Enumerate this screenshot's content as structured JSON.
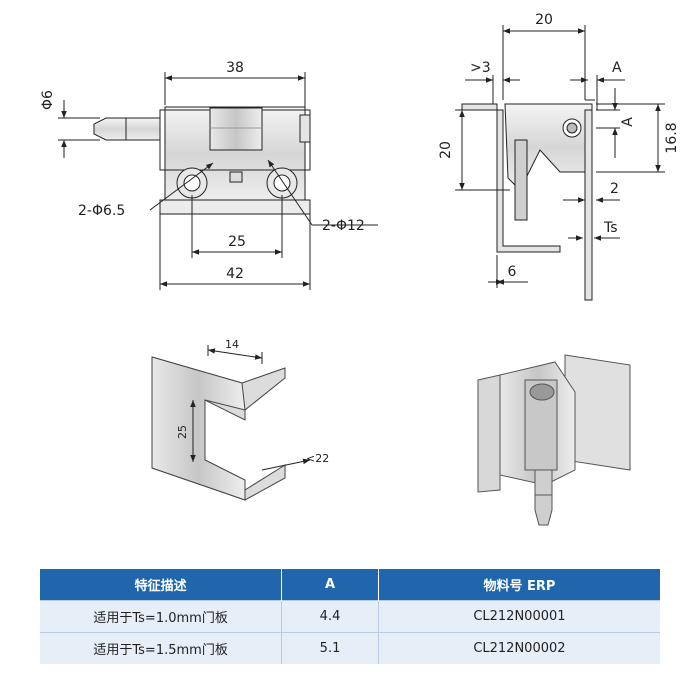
{
  "front_view": {
    "width_top": "38",
    "pin_diameter": "Φ6",
    "hole_small": "2-Φ6.5",
    "hole_large": "2-Φ12",
    "hole_spacing": "25",
    "width_bottom": "42"
  },
  "side_view": {
    "width_top": "20",
    "gap": ">3",
    "offset_a_top": "A",
    "offset_a_side": "A",
    "height_left": "20",
    "height_right": "16.8",
    "thickness_right": "2",
    "panel_thickness": "Ts",
    "bottom_offset": "6"
  },
  "cutout_view": {
    "width": "14",
    "height": "25",
    "depth": "<22"
  },
  "table": {
    "headers": [
      "特征描述",
      "A",
      "物料号 ERP"
    ],
    "rows": [
      [
        "适用于Ts=1.0mm门板",
        "4.4",
        "CL212N00001"
      ],
      [
        "适用于Ts=1.5mm门板",
        "5.1",
        "CL212N00002"
      ]
    ]
  }
}
